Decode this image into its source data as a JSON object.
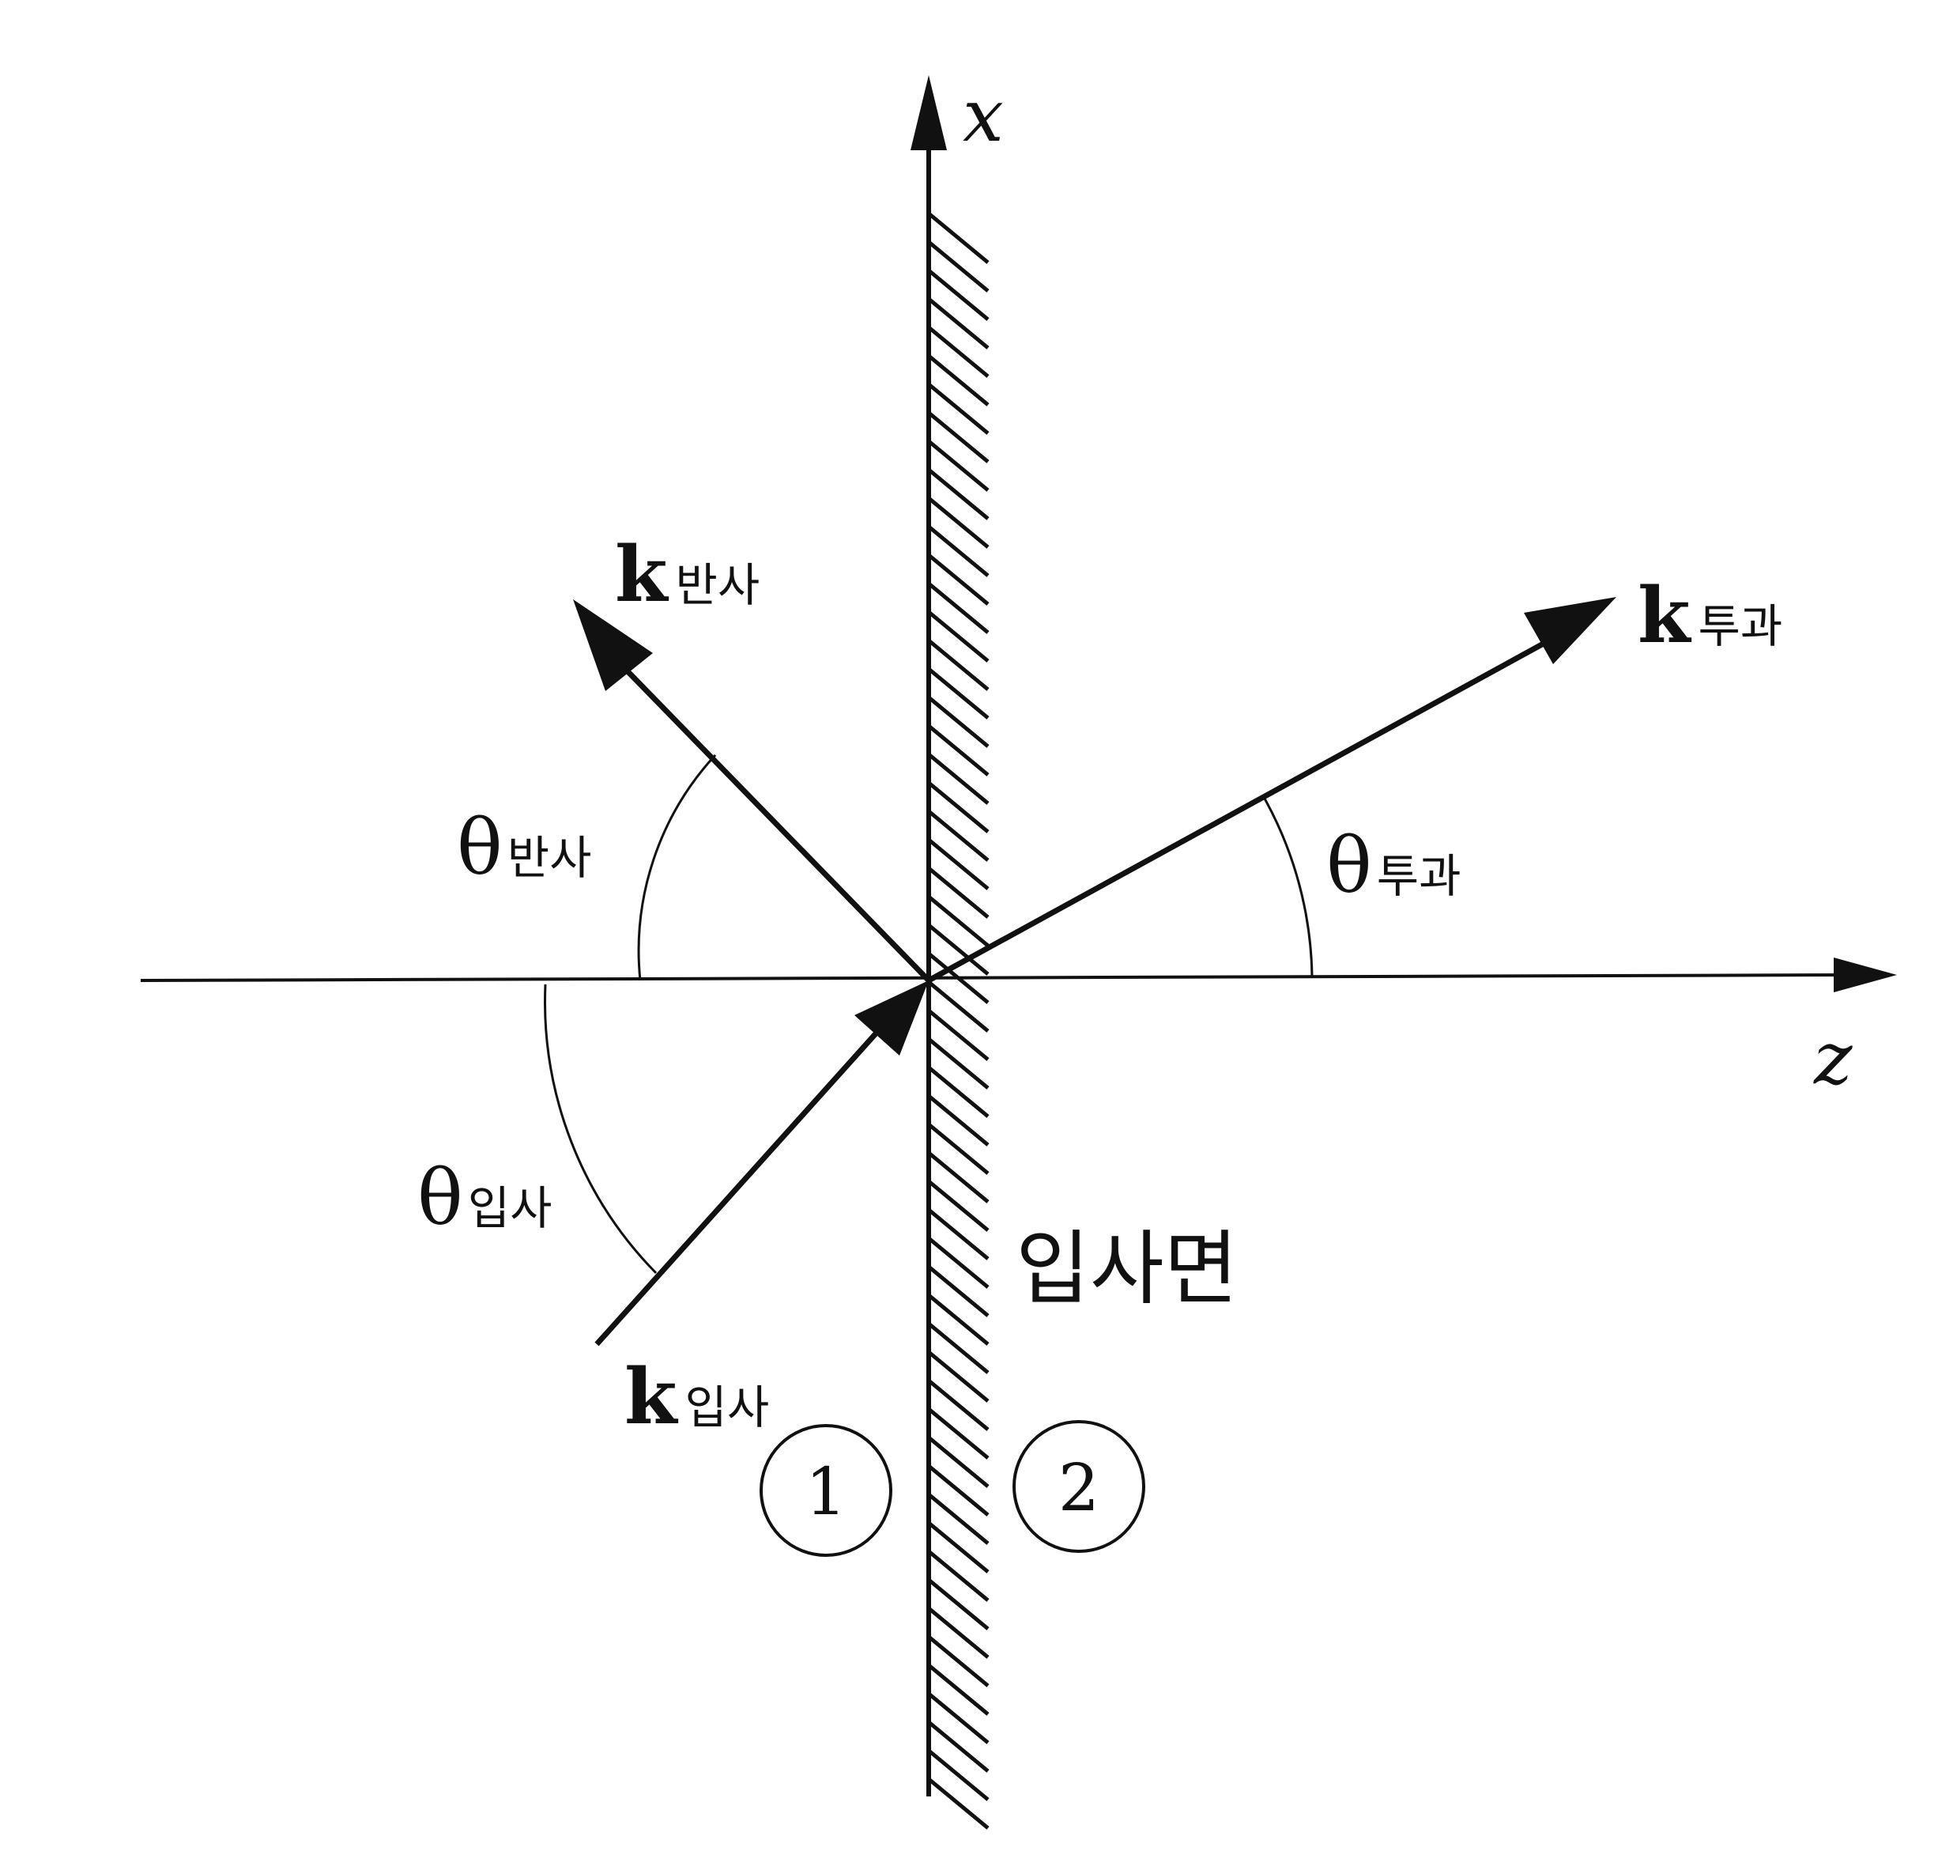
{
  "axes": {
    "x_label": "x",
    "z_label": "z"
  },
  "vectors": {
    "incident": {
      "symbol": "k",
      "subscript": "입사"
    },
    "reflected": {
      "symbol": "k",
      "subscript": "반사"
    },
    "transmitted": {
      "symbol": "k",
      "subscript": "투과"
    }
  },
  "angles": {
    "incident": {
      "symbol": "θ",
      "subscript": "입사"
    },
    "reflected": {
      "symbol": "θ",
      "subscript": "반사"
    },
    "transmitted": {
      "symbol": "θ",
      "subscript": "투과"
    }
  },
  "plane_label": "입사면",
  "regions": {
    "medium1": "1",
    "medium2": "2"
  }
}
